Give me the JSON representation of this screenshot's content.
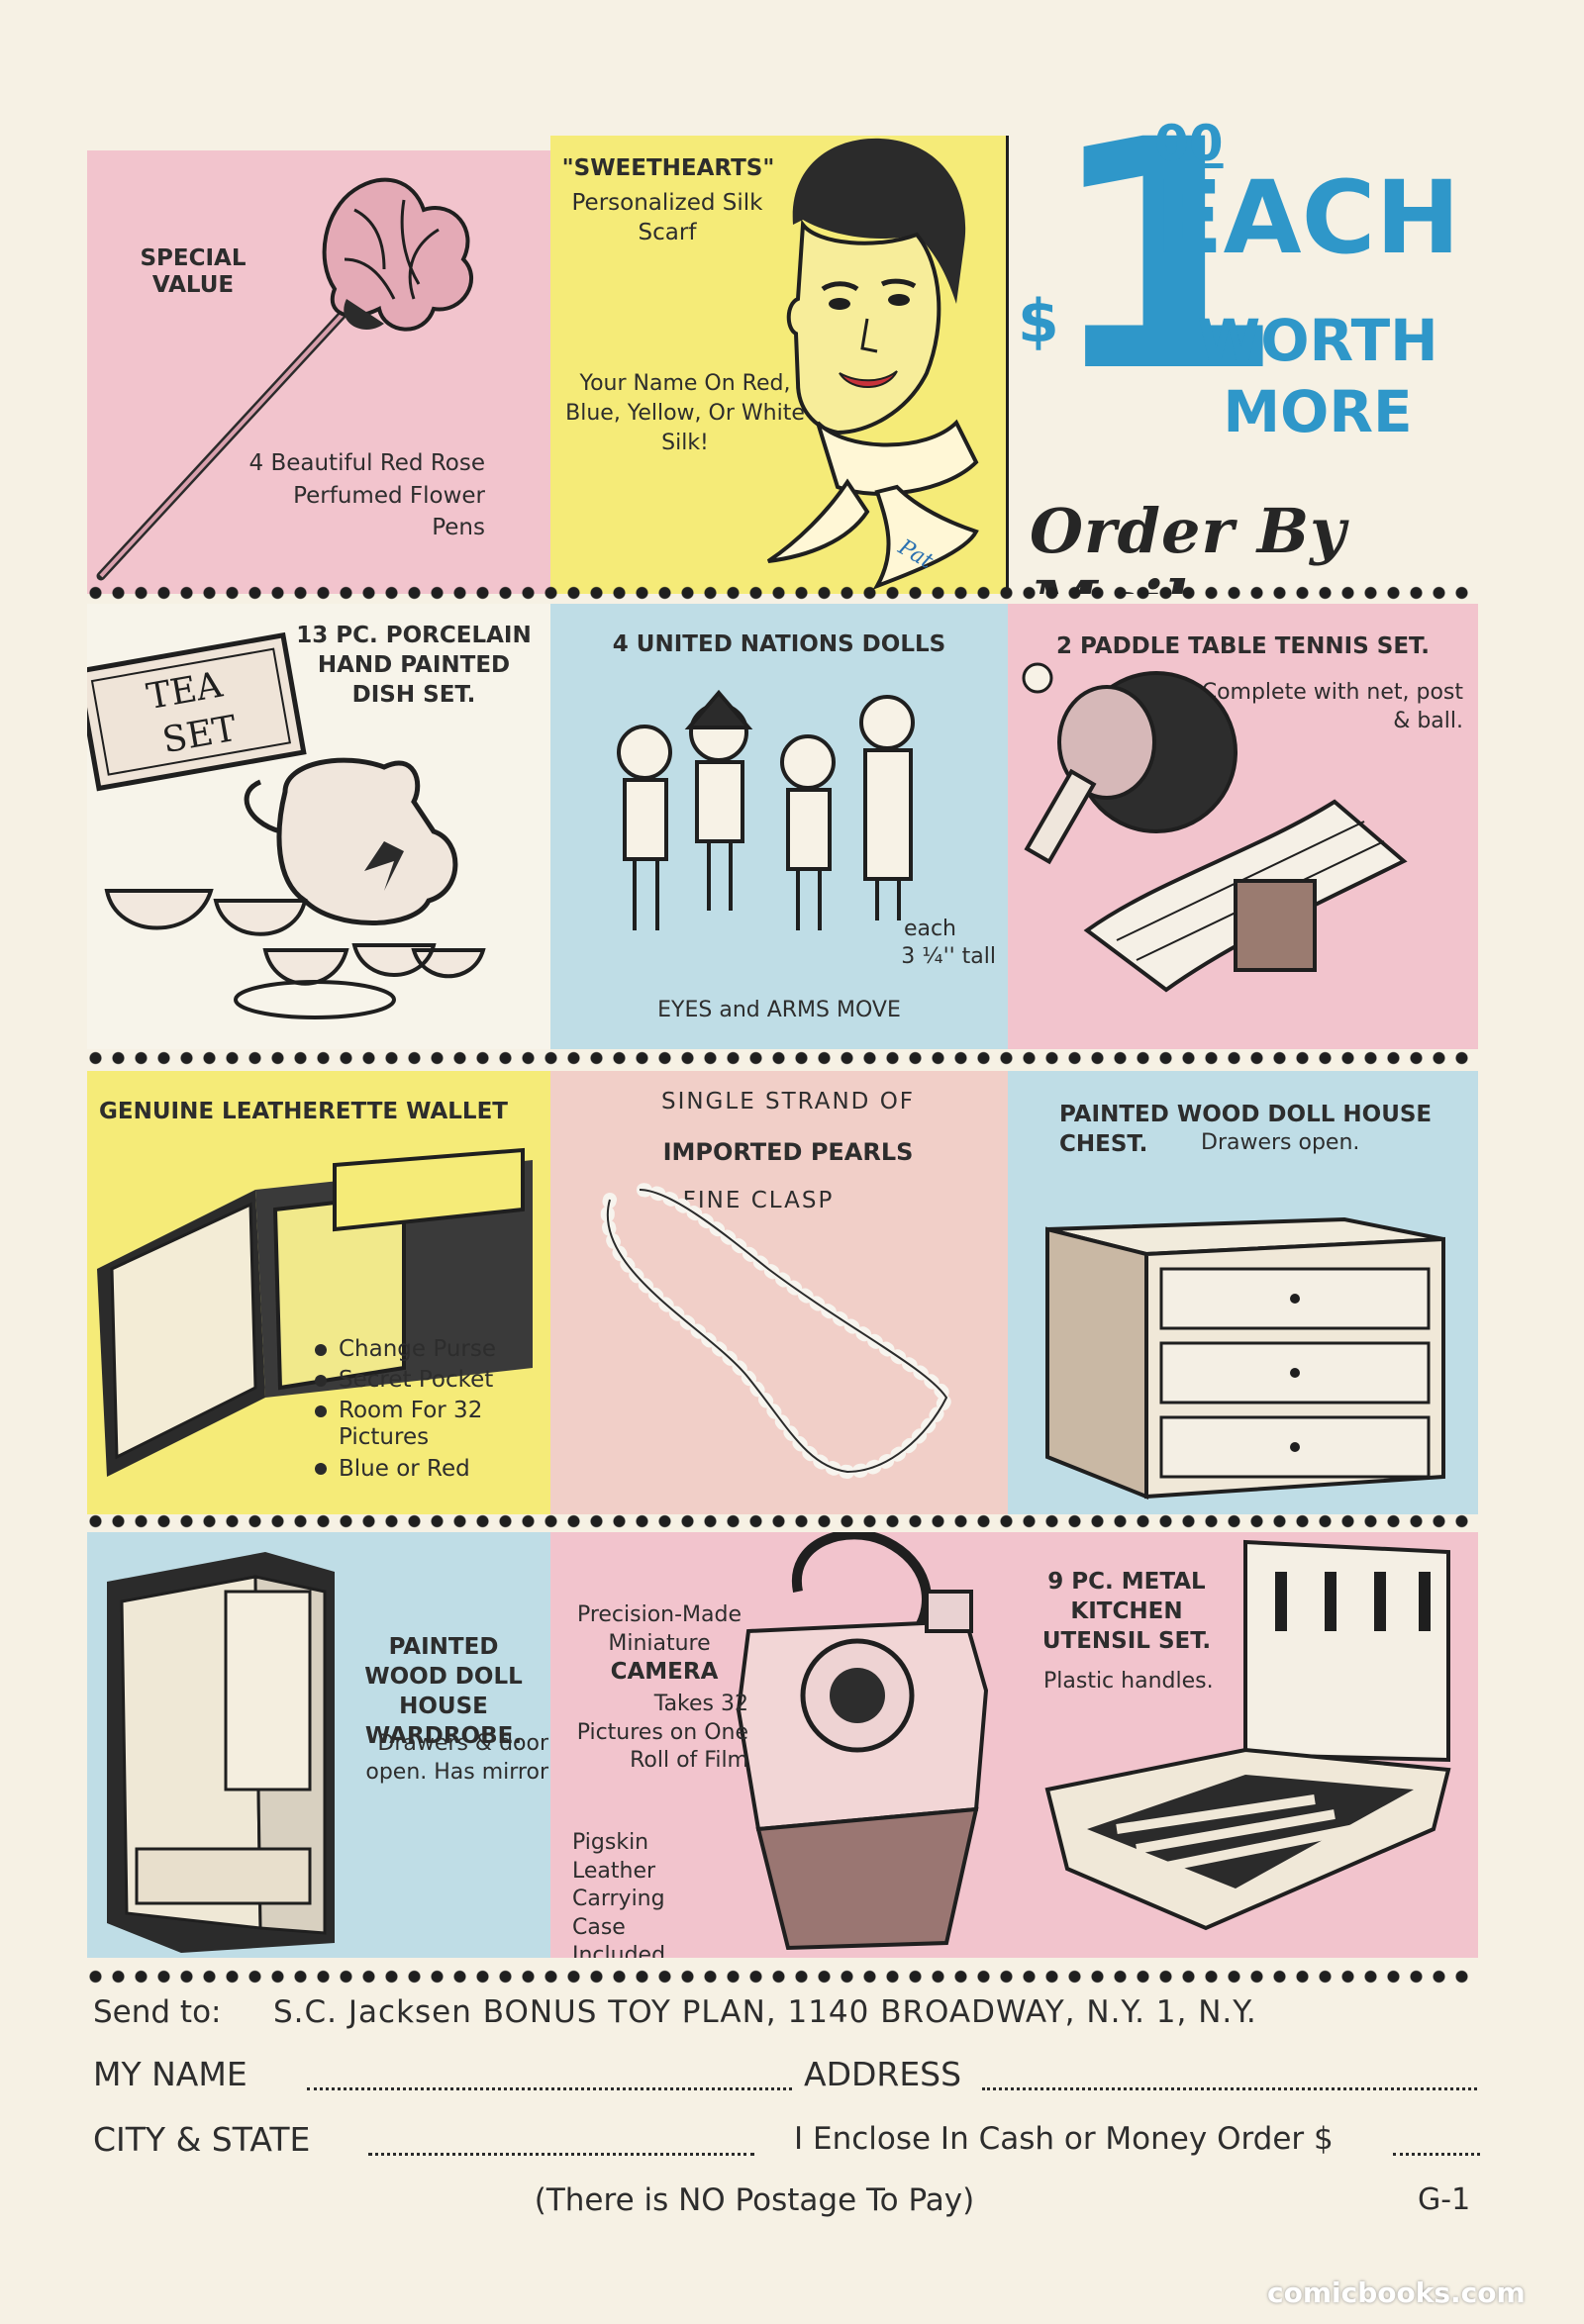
{
  "header": {
    "price_dollar": "$",
    "price_one": "1",
    "price_cents": "00",
    "each": "EACH",
    "worth": "WORTH",
    "more": "MORE",
    "order_by_mail": "Order By Mail"
  },
  "items": {
    "pens": {
      "headline": "SPECIAL VALUE",
      "desc": "4 Beautiful Red Rose Perfumed Flower Pens"
    },
    "scarf": {
      "headline": "\"SWEETHEARTS\"",
      "sub": "Personalized Silk Scarf",
      "desc": "Your Name On Red, Blue, Yellow, Or White Silk!"
    },
    "dishes": {
      "headline": "13 PC. PORCELAIN HAND PAINTED DISH SET.",
      "sign_line1": "TEA",
      "sign_line2": "SET"
    },
    "dolls": {
      "headline": "4 UNITED NATIONS DOLLS",
      "size_label": "each",
      "size_value": "3 ¼'' tall",
      "note": "EYES and ARMS MOVE"
    },
    "tennis": {
      "headline": "2 PADDLE TABLE TENNIS SET.",
      "desc": "Complete with net, post & ball."
    },
    "wallet": {
      "headline": "GENUINE LEATHERETTE WALLET",
      "features": [
        "Change Purse",
        "Secret Pocket",
        "Room For 32 Pictures",
        "Blue or Red"
      ]
    },
    "pearls": {
      "line1": "SINGLE STRAND OF",
      "line2": "IMPORTED PEARLS",
      "line3": "FINE CLASP"
    },
    "chest": {
      "headline": "PAINTED WOOD DOLL HOUSE CHEST.",
      "desc": "Drawers open."
    },
    "wardrobe": {
      "headline": "PAINTED WOOD DOLL HOUSE WARDROBE.",
      "desc": "Drawers & door open. Has mirror"
    },
    "camera": {
      "line1": "Precision-Made Miniature",
      "name": "CAMERA",
      "line2": "Takes 32 Pictures on One Roll of Film",
      "case": "Pigskin Leather Carrying Case Included"
    },
    "utensils": {
      "headline": "9 PC. METAL KITCHEN UTENSIL SET.",
      "desc": "Plastic handles."
    }
  },
  "order_form": {
    "send_to_label": "Send to:",
    "send_to_address": "S.C. Jacksen BONUS TOY PLAN, 1140 BROADWAY, N.Y. 1, N.Y.",
    "name_label": "MY NAME",
    "address_label": "ADDRESS",
    "city_label": "CITY & STATE",
    "enclose_label": "I Enclose In Cash or Money Order $",
    "postage_note": "(There is NO Postage To Pay)",
    "page_code": "G-1"
  },
  "watermark": "comicbooks.com",
  "colors": {
    "pink": "#f2c3cc",
    "yellow": "#f6ec6e",
    "blue": "#bfdde6",
    "accent_blue": "#2f97c9",
    "ink": "#222222"
  }
}
